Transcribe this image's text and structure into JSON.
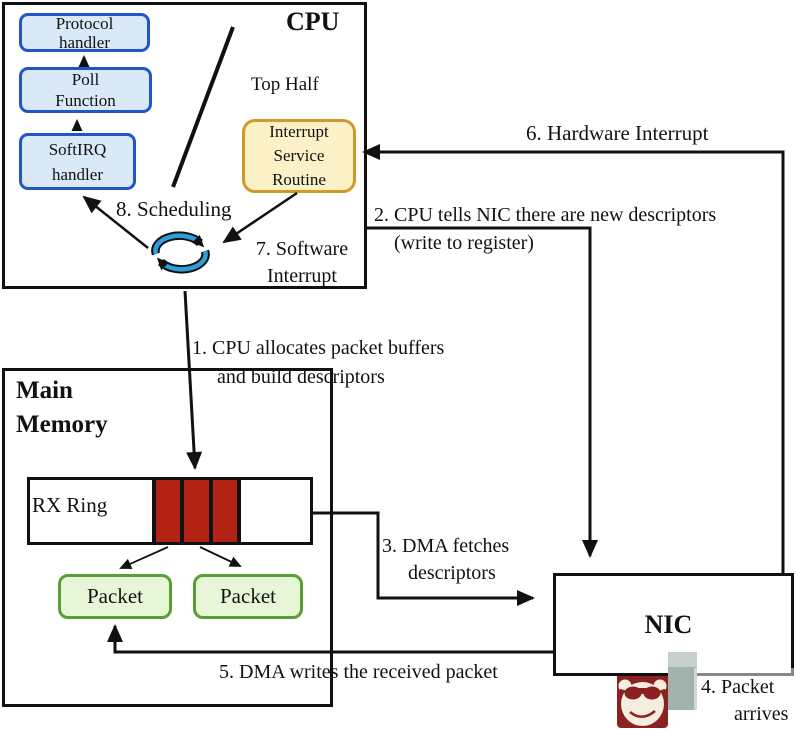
{
  "colors": {
    "blue-box-border": "#2156c8",
    "blue-box-fill": "#d9e9f7",
    "isr-border": "#cf9a28",
    "isr-fill": "#fcf0c6",
    "packet-border": "#5b9e33",
    "packet-fill": "#e7f6d7",
    "ring-red": "#b22315",
    "sync-blue": "#2da0dc",
    "wm-maroon": "#8c2121",
    "wm-cream": "#f4eede",
    "wm-gray": "#a2b2ac",
    "wm-gray-light": "#c6d0cc"
  },
  "cpu": {
    "title": "CPU",
    "top_half_label": "Top Half",
    "protocol_handler": "Protocol\nhandler",
    "poll_function": "Poll\nFunction",
    "softirq_handler": "SoftIRQ\nhandler",
    "isr": "Interrupt\nService\nRoutine"
  },
  "memory": {
    "title": "Main\nMemory",
    "rx_ring": "RX Ring",
    "packet_left": "Packet",
    "packet_right": "Packet"
  },
  "nic": {
    "title": "NIC"
  },
  "steps": {
    "s1_line1": "1. CPU allocates packet buffers",
    "s1_line2": "and build descriptors",
    "s2_line1": "2. CPU tells NIC there are new descriptors",
    "s2_line2": "(write to register)",
    "s3_line1": "3. DMA fetches",
    "s3_line2": "descriptors",
    "s4_line1": "4. Packet",
    "s4_line2": "arrives",
    "s5": "5. DMA writes the received packet",
    "s6": "6. Hardware Interrupt",
    "s7": "7. Software\nInterrupt",
    "s8": "8. Scheduling"
  }
}
